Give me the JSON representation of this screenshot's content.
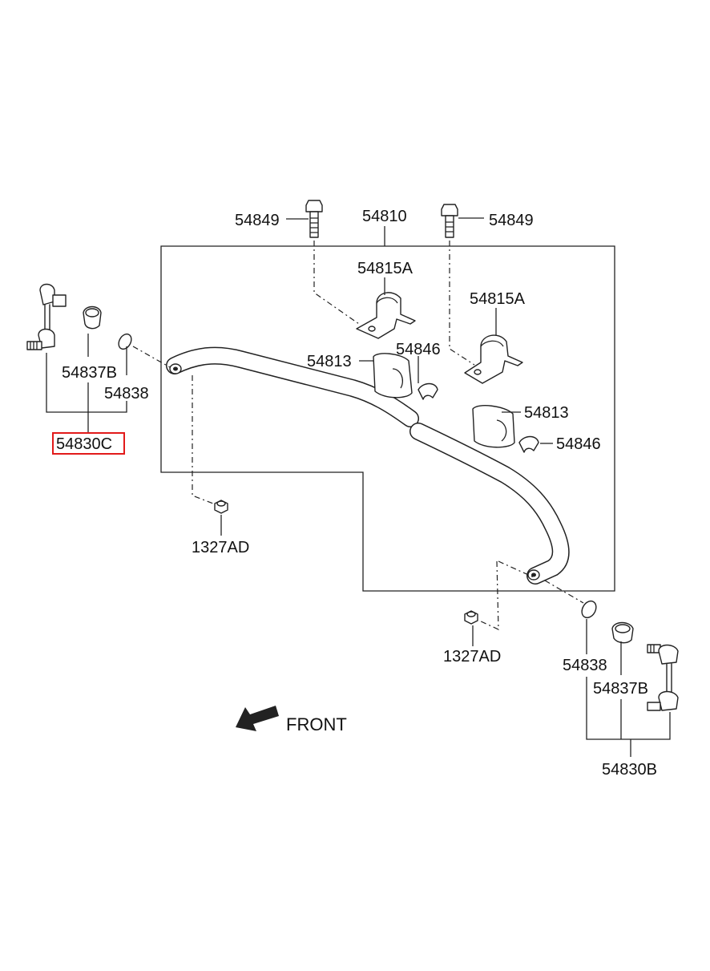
{
  "diagram": {
    "labels": {
      "bolt_left": "54849",
      "stabilizer_bar": "54810",
      "bolt_right": "54849",
      "bracket_left": "54815A",
      "bracket_right": "54815A",
      "bushing_left": "54813",
      "clip_left": "54846",
      "bushing_right": "54813",
      "clip_right": "54846",
      "link_bushing_left": "54837B",
      "link_ring_left": "54838",
      "link_assy_left": "54830C",
      "nut_left": "1327AD",
      "nut_right": "1327AD",
      "link_ring_right": "54838",
      "link_bushing_right": "54837B",
      "link_assy_right": "54830B",
      "front": "FRONT"
    },
    "highlighted_part": "54830C",
    "highlight_color": "#e21a1a"
  }
}
